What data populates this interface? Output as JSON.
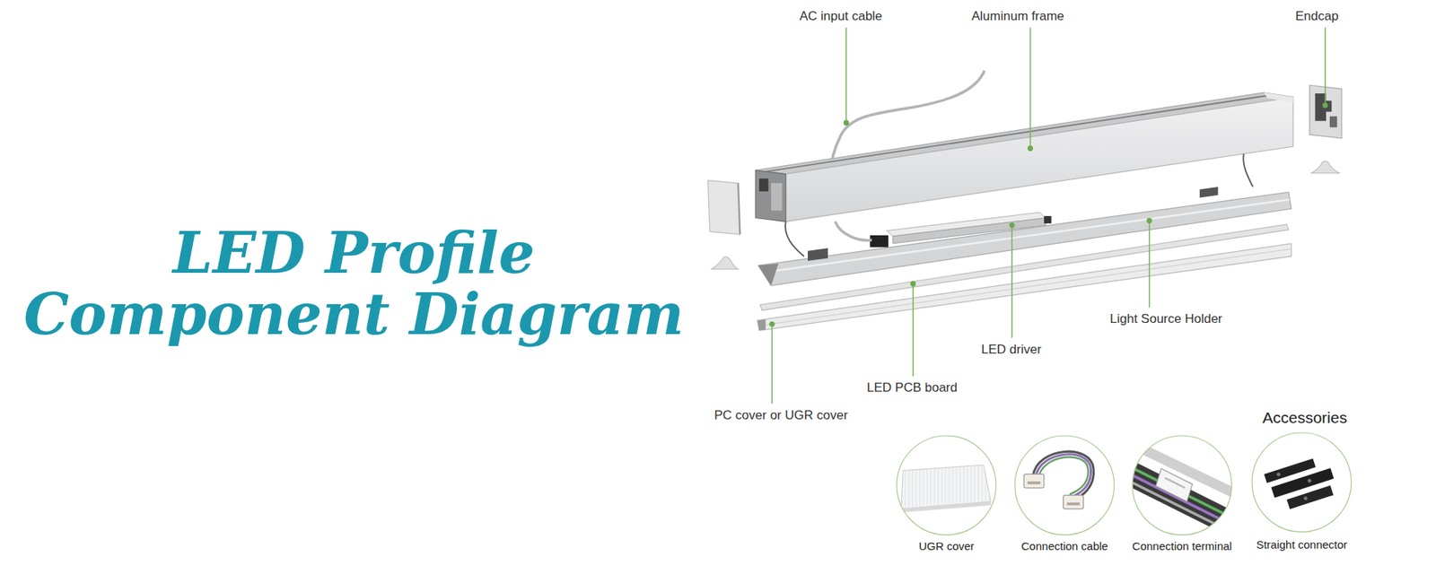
{
  "diagram": {
    "title": "LED Profile Component Diagram",
    "nodes": [
      {
        "text": [
          "UGR cover"
        ]
      },
      {
        "text": [
          "Connection cable"
        ]
      },
      {
        "text": [
          "Connection terminal"
        ]
      },
      {
        "text": [
          "Straight connector"
        ]
      }
    ],
    "labels": [
      "AC input cable",
      "Aluminum frame",
      "Endcap",
      "Light Source Holder",
      "LED driver",
      "LED PCB board",
      "PC cover or UGR cover",
      "Accessories"
    ]
  }
}
